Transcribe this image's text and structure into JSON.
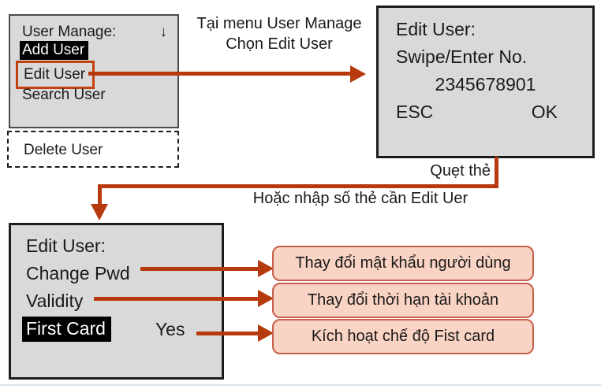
{
  "menu_screen": {
    "title": "User Manage:",
    "dropdown_icon": "↓",
    "items": [
      {
        "label": "Add User"
      },
      {
        "label": "Edit User"
      },
      {
        "label": "Search User"
      }
    ],
    "detached_item": {
      "label": "Delete User"
    }
  },
  "step1_note": {
    "line1": "Tại menu User Manage",
    "line2": "Chọn Edit User"
  },
  "swipe_screen": {
    "title": "Edit User:",
    "prompt": "Swipe/Enter No.",
    "card_number": "2345678901",
    "esc_label": "ESC",
    "ok_label": "OK"
  },
  "swipe_note": {
    "line1": "Quẹt thẻ",
    "line2": "Hoặc nhập số thẻ cần Edit Uer"
  },
  "edit_screen": {
    "title": "Edit User:",
    "items": [
      {
        "label": "Change Pwd"
      },
      {
        "label": "Validity"
      },
      {
        "label": "First Card",
        "value": "Yes"
      }
    ]
  },
  "callouts": [
    {
      "text": "Thay đổi mật khẩu người dùng"
    },
    {
      "text": "Thay đổi thời hạn tài khoản"
    },
    {
      "text": "Kích hoạt chế độ Fist card"
    }
  ],
  "colors": {
    "screen_bg": "#d9d9d9",
    "screen_border": "#1c1c1c",
    "arrow": "#b73a0f",
    "highlight_bg": "#000000",
    "highlight_text": "#ffffff",
    "selection_outline": "#c2410e",
    "callout_bg": "#f9d3c3",
    "callout_border": "#c4604b",
    "bottom_rule": "#d9e2e8"
  }
}
